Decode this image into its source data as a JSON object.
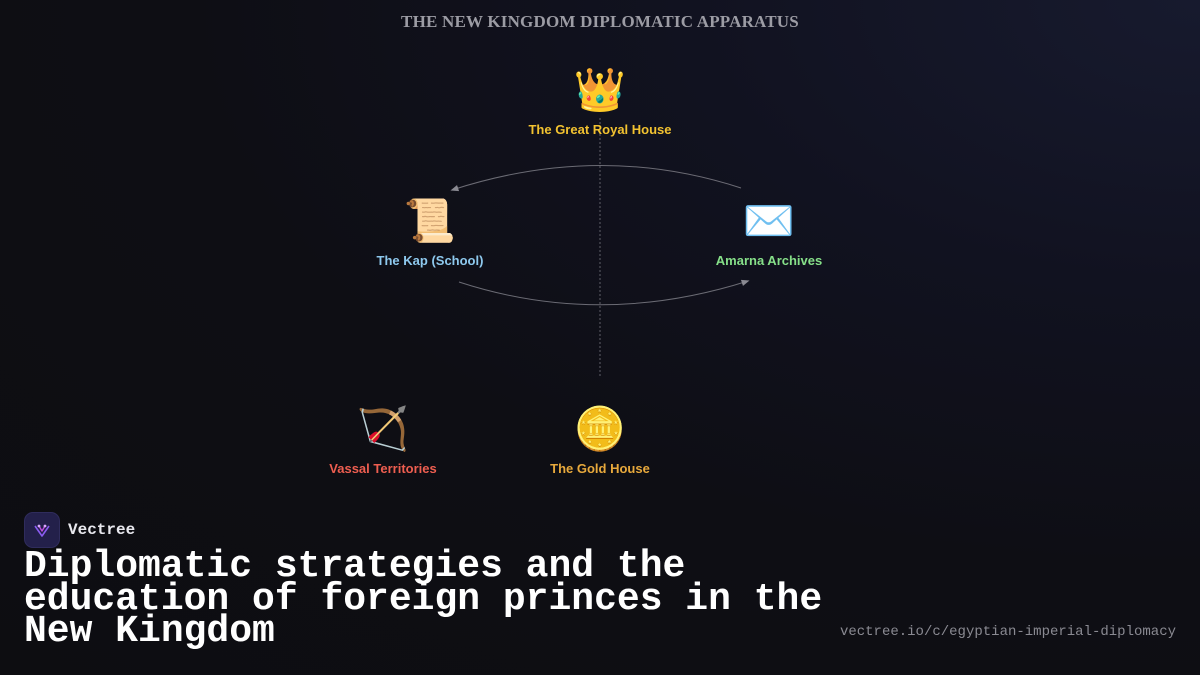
{
  "diagram": {
    "title": "THE NEW KINGDOM DIPLOMATIC APPARATUS",
    "nodes": [
      {
        "id": "royal-house",
        "label": "The Great Royal House",
        "icon": "👑",
        "icon_name": "crown-icon",
        "color": "#f2c230"
      },
      {
        "id": "kap-school",
        "label": "The Kap (School)",
        "icon": "📜",
        "icon_name": "scroll-icon",
        "color": "#8ec9ee"
      },
      {
        "id": "amarna-archives",
        "label": "Amarna Archives",
        "icon": "✉️",
        "icon_name": "envelope-icon",
        "color": "#86e089"
      },
      {
        "id": "vassal-territories",
        "label": "Vassal Territories",
        "icon": "🏹",
        "icon_name": "bow-and-arrow-icon",
        "color": "#ee5e50"
      },
      {
        "id": "gold-house",
        "label": "The Gold House",
        "icon": "🪙",
        "icon_name": "coin-icon",
        "color": "#e8a93c"
      }
    ],
    "edges": [
      {
        "from": "amarna-archives",
        "to": "kap-school"
      },
      {
        "from": "kap-school",
        "to": "amarna-archives"
      },
      {
        "from": "royal-house",
        "to": "gold-house"
      }
    ]
  },
  "brand": {
    "name": "Vectree",
    "logo_icon": "vectree-logo-icon"
  },
  "headline": "Diplomatic strategies and the education of foreign princes in the New Kingdom",
  "url": "vectree.io/c/egyptian-imperial-diplomacy"
}
